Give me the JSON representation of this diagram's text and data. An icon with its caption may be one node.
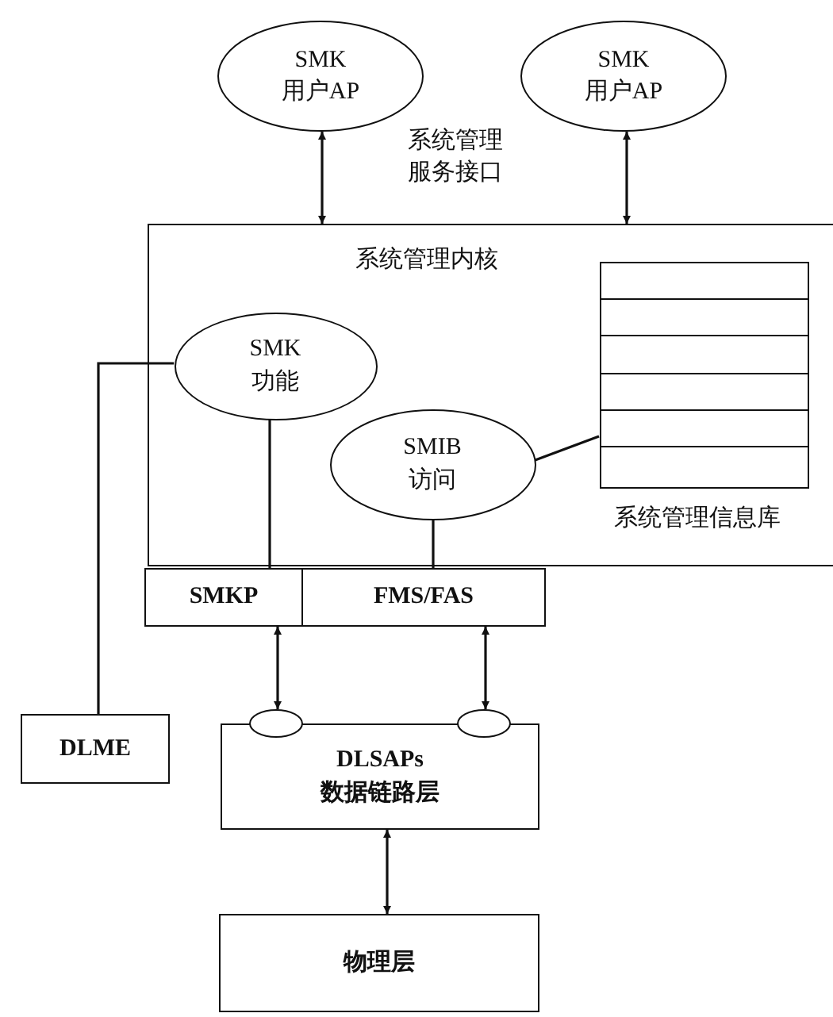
{
  "diagram": {
    "nodes": [
      {
        "text": [
          "SMK 用户AP"
        ]
      },
      {
        "text": [
          "SMK 用户AP"
        ]
      },
      {
        "text": [
          "系统管理内核"
        ]
      },
      {
        "text": [],
        "shape": "table",
        "in": 2,
        "beside": [
          "系统管理信息库"
        ]
      },
      {
        "text": [
          "SMK 功能"
        ],
        "in": 2
      },
      {
        "text": [
          "SMIB 访问"
        ],
        "in": 2
      },
      {
        "text": [
          "SMKP"
        ]
      },
      {
        "text": [
          "FMS/FAS"
        ]
      },
      {
        "text": [
          "DLME"
        ]
      },
      {
        "text": [],
        "shape": "oval"
      },
      {
        "text": [],
        "shape": "oval"
      },
      {
        "text": [
          "DLSAPs 数据链路层"
        ]
      },
      {
        "text": [
          "物理层"
        ]
      }
    ],
    "edges": [
      {
        "from": 0,
        "to": 2,
        "arrow": "both"
      },
      {
        "from": 1,
        "to": 2,
        "arrow": "both"
      },
      {
        "from": 4,
        "to": 8,
        "arrow": "none"
      },
      {
        "from": 4,
        "to": 6,
        "arrow": "none"
      },
      {
        "from": 5,
        "to": 7,
        "arrow": "none"
      },
      {
        "from": 5,
        "to": 3,
        "arrow": "none"
      },
      {
        "from": 6,
        "to": 9,
        "arrow": "both"
      },
      {
        "from": 7,
        "to": 10,
        "arrow": "both"
      },
      {
        "from": 11,
        "to": 12,
        "arrow": "both"
      }
    ],
    "labels": [
      "系统管理服务接口"
    ]
  }
}
